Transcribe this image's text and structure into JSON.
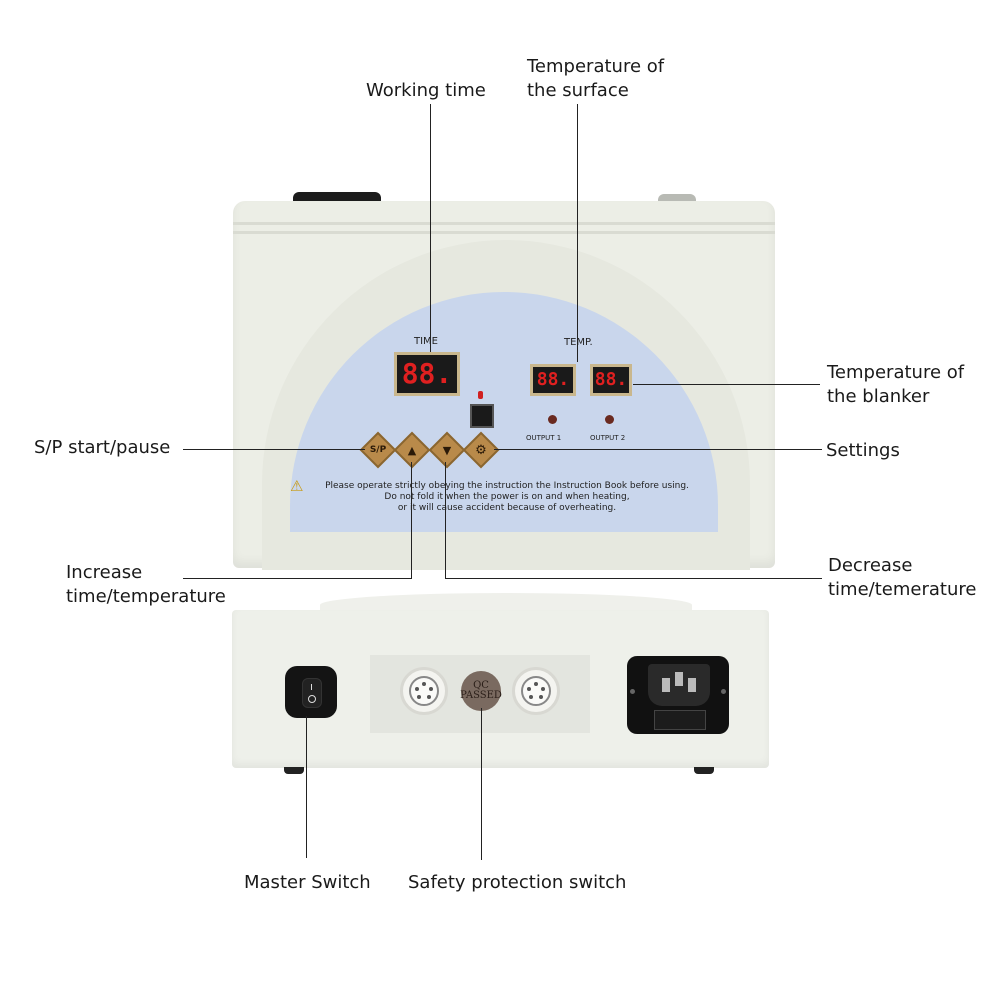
{
  "callouts": {
    "working_time": "Working time",
    "surface_temp_line1": "Temperature of",
    "surface_temp_line2": "the surface",
    "blanket_temp_line1": "Temperature of",
    "blanket_temp_line2": "the blanker",
    "start_pause": "S/P start/pause",
    "settings": "Settings",
    "increase_line1": "Increase",
    "increase_line2": "time/temperature",
    "decrease_line1": "Decrease",
    "decrease_line2": "time/temerature",
    "master_switch": "Master Switch",
    "safety_switch": "Safety protection switch"
  },
  "panel": {
    "time_label": "TIME",
    "temp_label": "TEMP.",
    "time_display": "88.",
    "temp1_display": "88.",
    "temp2_display": "88.",
    "output1": "OUTPUT 1",
    "output2": "OUTPUT 2",
    "sp_button": "S/P",
    "up_glyph": "▲",
    "down_glyph": "▼",
    "settings_glyph": "⚙",
    "warning_icon": "⚠",
    "warning_line1": "Please operate strictly obeying the instruction the Instruction Book before using.",
    "warning_line2": "Do not fold it when the power is on and when heating,",
    "warning_line3": "or it will cause accident because of overheating."
  },
  "back": {
    "qc_stamp": "QC PASSED"
  },
  "colors": {
    "panel_blue": "#c9d6ec",
    "button_gold": "#b98a4a",
    "display_red": "#e02020"
  }
}
